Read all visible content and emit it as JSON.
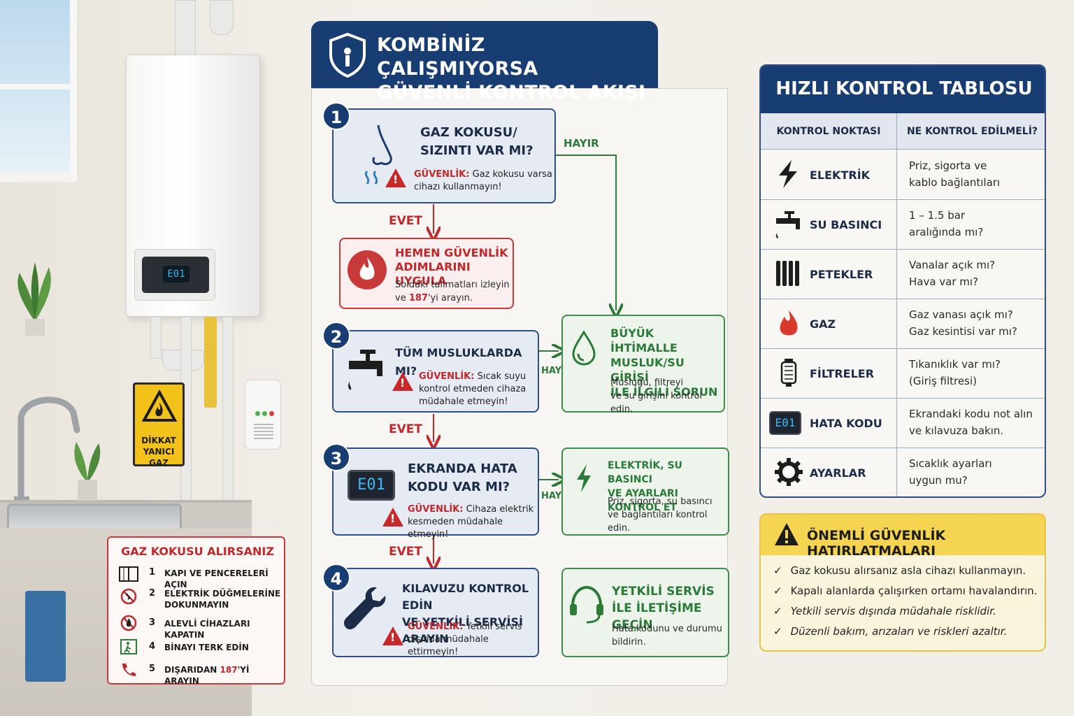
{
  "title": {
    "line1": "KOMBİNİZ ÇALIŞMIYORSA",
    "line2": "GÜVENLİ KONTROL AKIŞI"
  },
  "scene": {
    "boiler_code": "E01",
    "warning_sign": {
      "line1": "DİKKAT",
      "line2": "YANICI GAZ"
    }
  },
  "labels": {
    "yes": "EVET",
    "no": "HAYIR"
  },
  "steps": [
    {
      "number": "1",
      "question_l1": "GAZ KOKUSU/",
      "question_l2": "SIZINTI VAR MI?",
      "warn_label": "GÜVENLİK:",
      "warn_l1": " Gaz kokusu varsa",
      "warn_l2": "cihazı kullanmayın!"
    },
    {
      "number": "2",
      "question_l1": "TÜM MUSLUKLARDA MI?",
      "warn_label": "GÜVENLİK:",
      "warn_l1": " Sıcak suyu",
      "warn_l2": "kontrol etmeden cihaza",
      "warn_l3": "müdahale etmeyin!"
    },
    {
      "number": "3",
      "question_l1": "EKRANDA HATA",
      "question_l2": "KODU VAR MI?",
      "code": "E01",
      "warn_label": "GÜVENLİK:",
      "warn_l1": " Cihaza elektrik",
      "warn_l2": "kesmeden müdahale etmeyin!"
    },
    {
      "number": "4",
      "question_l1": "KILAVUZU KONTROL EDİN",
      "question_l2": "VE YETKİLİ SERVİSİ ARAYIN",
      "warn_label": "GÜVENLİK:",
      "warn_l1": " Yetkili servis",
      "warn_l2": "dışında müdahale ettirmeyin!"
    }
  ],
  "emergency": {
    "title_l1": "HEMEN GÜVENLİK",
    "title_l2": "ADIMLARINI UYGULA",
    "body_l1": "Soldaki talimatları izleyin",
    "body_l2a": "ve ",
    "body_l2b": "187",
    "body_l2c": "'yi arayın."
  },
  "outcomes": [
    {
      "title_l1": "BÜYÜK İHTİMALLE",
      "title_l2": "MUSLUK/SU GİRİŞİ",
      "title_l3": "İLE İLGİLİ SORUN",
      "body_l1": "Musluğu, filtreyi",
      "body_l2": "ve su girişini kontrol edin."
    },
    {
      "title_l1": "ELEKTRİK, SU BASINCI",
      "title_l2": "VE AYARLARI KONTROL ET",
      "body_l1": "Priz, sigorta, su basıncı",
      "body_l2": "ve bağlantıları kontrol edin."
    },
    {
      "title_l1": "YETKİLİ SERVİS",
      "title_l2": "İLE İLETİŞİME GEÇİN",
      "body_l1": "Hata kodunu ve durumu",
      "body_l2": "bildirin."
    }
  ],
  "table": {
    "title": "HIZLI KONTROL TABLOSU",
    "col1": "KONTROL NOKTASI",
    "col2": "NE KONTROL EDİLMELİ?",
    "rows": [
      {
        "icon": "lightning-icon",
        "label": "ELEKTRİK",
        "desc_l1": "Priz, sigorta ve",
        "desc_l2": "kablo bağlantıları"
      },
      {
        "icon": "faucet-icon",
        "label": "SU BASINCI",
        "desc_l1": "1 – 1.5 bar",
        "desc_l2": "aralığında mı?"
      },
      {
        "icon": "radiator-icon",
        "label": "PETEKLER",
        "desc_l1": "Vanalar açık mı?",
        "desc_l2": "Hava var mı?"
      },
      {
        "icon": "flame-icon",
        "label": "GAZ",
        "desc_l1": "Gaz vanası açık mı?",
        "desc_l2": "Gaz kesintisi var mı?"
      },
      {
        "icon": "filter-icon",
        "label": "FİLTRELER",
        "desc_l1": "Tıkanıklık var mı?",
        "desc_l2": "(Giriş filtresi)"
      },
      {
        "icon": "error-code-icon",
        "label": "HATA KODU",
        "code": "E01",
        "desc_l1": "Ekrandaki kodu not alın",
        "desc_l2": "ve kılavuza bakın."
      },
      {
        "icon": "gear-icon",
        "label": "AYARLAR",
        "desc_l1": "Sıcaklık ayarları",
        "desc_l2": "uygun mu?"
      }
    ]
  },
  "reminders": {
    "title": "ÖNEMLİ GÜVENLİK HATIRLATMALARI",
    "items": [
      "Gaz kokusu alırsanız asla cihazı kullanmayın.",
      "Kapalı alanlarda çalışırken ortamı havalandırın.",
      "Yetkili servis dışında müdahale risklidir.",
      "Düzenli bakım, arızaları ve riskleri azaltır."
    ]
  },
  "gas_smell": {
    "title": "GAZ KOKUSU ALIRSANIZ",
    "items": [
      {
        "num": "1",
        "l1": "KAPI VE PENCERELERİ AÇIN",
        "icon": "window-icon"
      },
      {
        "num": "2",
        "l1": "ELEKTRİK DÜĞMELERİNE",
        "l2": "DOKUNMAYIN",
        "icon": "no-switch-icon"
      },
      {
        "num": "3",
        "l1": "ALEVLİ CİHAZLARI KAPATIN",
        "icon": "no-flame-icon"
      },
      {
        "num": "4",
        "l1": "BİNAYI TERK EDİN",
        "icon": "exit-icon"
      },
      {
        "num": "5",
        "l1a": "DIŞARIDAN ",
        "l1b": "187",
        "l1c": "'Yİ ARAYIN",
        "icon": "phone-icon"
      }
    ]
  },
  "colors": {
    "navy": "#173d72",
    "danger": "#c0282b",
    "success": "#2b7a37",
    "warning": "#f5d451"
  }
}
